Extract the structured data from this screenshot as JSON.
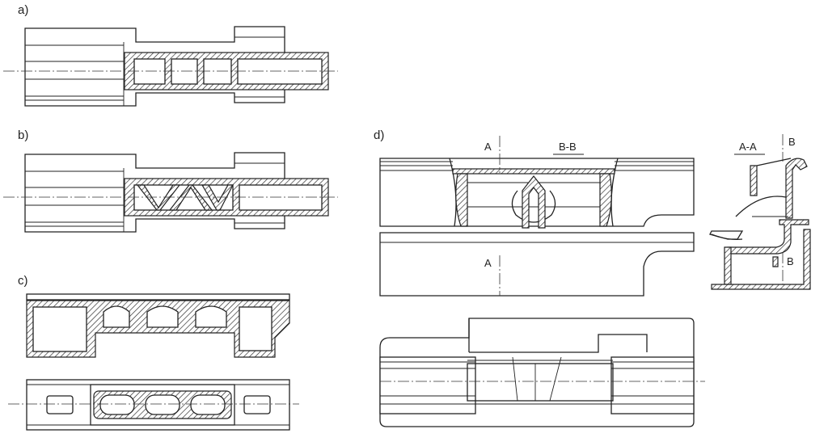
{
  "panels": {
    "a": "a)",
    "b": "b)",
    "c": "c)",
    "d": "d)"
  },
  "section_labels": {
    "a_top": "A",
    "a_bottom": "A",
    "bb": "B-B",
    "aa": "A-A",
    "b_top": "B",
    "b_bottom": "B"
  },
  "colors": {
    "line": "#222222",
    "background": "#ffffff"
  }
}
